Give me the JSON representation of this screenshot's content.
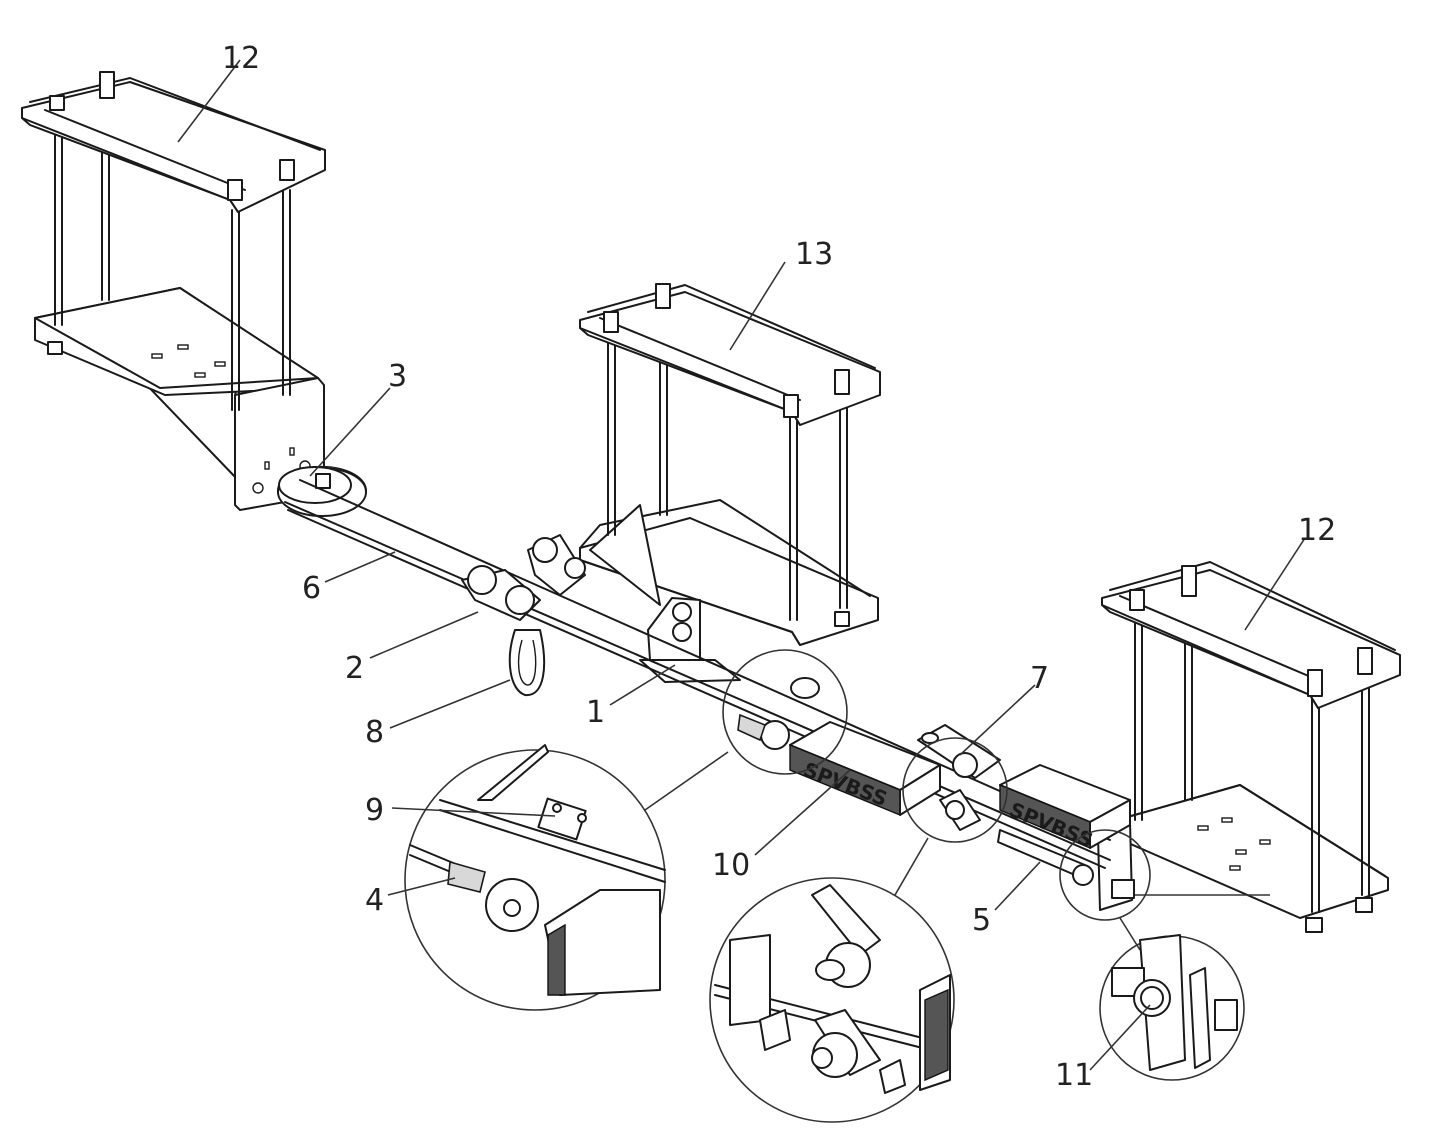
{
  "diagram": {
    "callouts": [
      "1",
      "2",
      "3",
      "4",
      "5",
      "6",
      "7",
      "8",
      "9",
      "10",
      "11",
      "12",
      "12",
      "13"
    ],
    "brand_text": "SPVBSS"
  }
}
